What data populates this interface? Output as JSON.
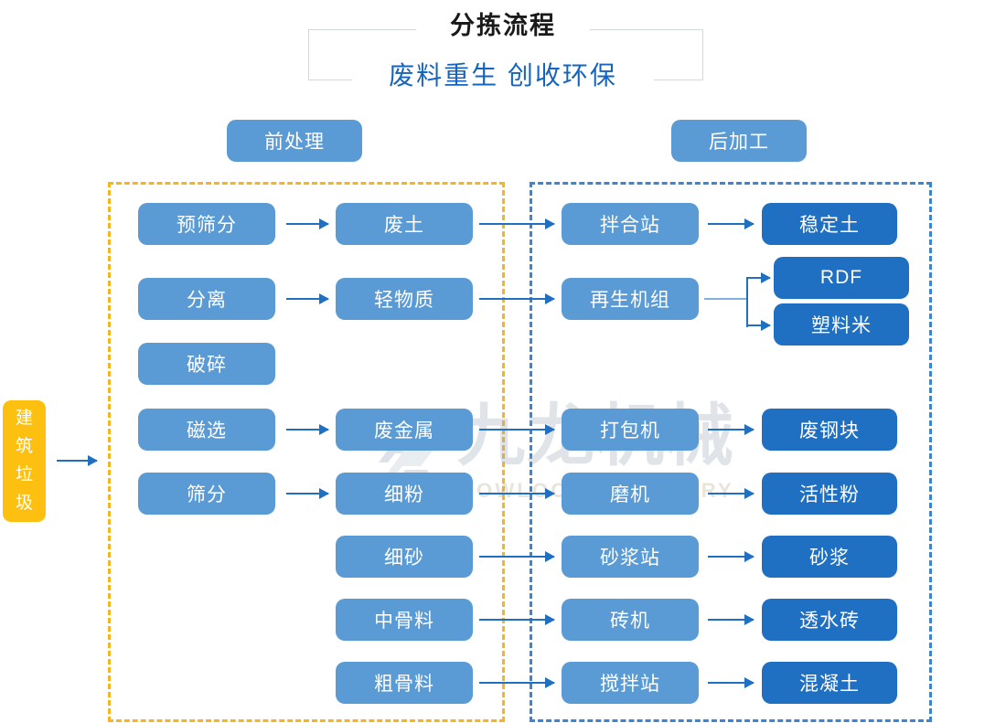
{
  "header": {
    "title": "分拣流程",
    "subtitle": "废料重生 创收环保"
  },
  "sections": {
    "pre": "前处理",
    "post": "后加工"
  },
  "source": {
    "label": "建筑垃圾",
    "chars": [
      "建",
      "筑",
      "垃",
      "圾"
    ],
    "color": "#fdc010"
  },
  "colors": {
    "node_light": "#5b9bd5",
    "node_dark": "#1f6fc2",
    "arrow": "#1f6fc2",
    "frame_pre": "#f5b521",
    "frame_post": "#3a86d4",
    "title": "#1a1a1a",
    "subtitle": "#1565c0"
  },
  "watermark": {
    "cn": "九龙机械",
    "en": "KOWLOONMACHINERY"
  },
  "nodes": {
    "process": [
      {
        "id": "n-prescreen",
        "label": "预筛分"
      },
      {
        "id": "n-separate",
        "label": "分离"
      },
      {
        "id": "n-crush",
        "label": "破碎"
      },
      {
        "id": "n-magnetic",
        "label": "磁选"
      },
      {
        "id": "n-screen",
        "label": "筛分"
      }
    ],
    "material": [
      {
        "id": "m-wastesoil",
        "label": "废土"
      },
      {
        "id": "m-lightmat",
        "label": "轻物质"
      },
      {
        "id": "m-scrapmetal",
        "label": "废金属"
      },
      {
        "id": "m-finepowder",
        "label": "细粉"
      },
      {
        "id": "m-finesand",
        "label": "细砂"
      },
      {
        "id": "m-medagg",
        "label": "中骨料"
      },
      {
        "id": "m-coarseagg",
        "label": "粗骨料"
      }
    ],
    "equipment": [
      {
        "id": "e-mixstation",
        "label": "拌合站"
      },
      {
        "id": "e-regenunit",
        "label": "再生机组"
      },
      {
        "id": "e-baler",
        "label": "打包机"
      },
      {
        "id": "e-mill",
        "label": "磨机"
      },
      {
        "id": "e-mortar",
        "label": "砂浆站"
      },
      {
        "id": "e-brick",
        "label": "砖机"
      },
      {
        "id": "e-concretemix",
        "label": "搅拌站"
      }
    ],
    "product": [
      {
        "id": "p-stabsoil",
        "label": "稳定土"
      },
      {
        "id": "p-rdf",
        "label": "RDF"
      },
      {
        "id": "p-plastic",
        "label": "塑料米"
      },
      {
        "id": "p-scrapsteel",
        "label": "废钢块"
      },
      {
        "id": "p-activepow",
        "label": "活性粉"
      },
      {
        "id": "p-mortar",
        "label": "砂浆"
      },
      {
        "id": "p-permbrick",
        "label": "透水砖"
      },
      {
        "id": "p-concrete",
        "label": "混凝土"
      }
    ]
  },
  "chart_data": {
    "type": "diagram",
    "title": "分拣流程",
    "flows": [
      [
        "建筑垃圾",
        "预筛分",
        "废土",
        "拌合站",
        "稳定土"
      ],
      [
        "建筑垃圾",
        "分离",
        "轻物质",
        "再生机组",
        "RDF"
      ],
      [
        "建筑垃圾",
        "分离",
        "轻物质",
        "再生机组",
        "塑料米"
      ],
      [
        "建筑垃圾",
        "破碎"
      ],
      [
        "建筑垃圾",
        "磁选",
        "废金属",
        "打包机",
        "废钢块"
      ],
      [
        "建筑垃圾",
        "筛分",
        "细粉",
        "磨机",
        "活性粉"
      ],
      [
        "细砂",
        "砂浆站",
        "砂浆"
      ],
      [
        "中骨料",
        "砖机",
        "透水砖"
      ],
      [
        "粗骨料",
        "搅拌站",
        "混凝土"
      ]
    ]
  }
}
